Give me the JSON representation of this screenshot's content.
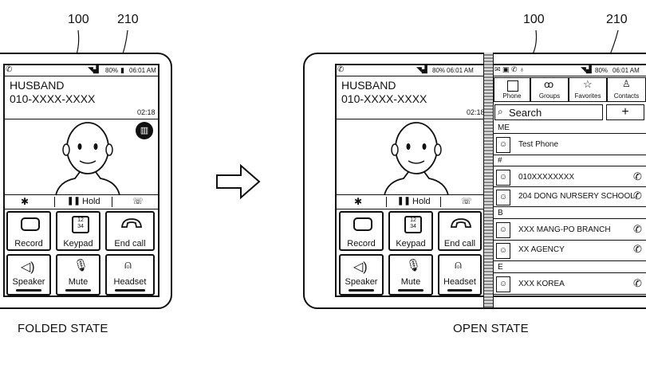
{
  "refs": {
    "device": "100",
    "display": "210"
  },
  "folded": {
    "caption": "FOLDED STATE",
    "status": {
      "battery": "80%",
      "time": "06:01 AM"
    },
    "call": {
      "name": "HUSBAND",
      "number": "010-XXXX-XXXX",
      "duration": "02:18"
    },
    "controls": {
      "hold": "Hold"
    },
    "buttons": [
      "Record",
      "Keypad",
      "End call",
      "Speaker",
      "Mute",
      "Headset"
    ]
  },
  "open": {
    "caption": "OPEN STATE",
    "status": {
      "battery": "80%",
      "time": "06:01 AM"
    },
    "call": {
      "name": "HUSBAND",
      "number": "010-XXXX-XXXX",
      "duration": "02:18"
    },
    "controls": {
      "hold": "Hold"
    },
    "buttons": [
      "Record",
      "Keypad",
      "End call",
      "Speaker",
      "Mute",
      "Headset"
    ],
    "tabs": [
      "Phone",
      "Groups",
      "Favorites",
      "Contacts"
    ],
    "search": {
      "placeholder": "Search",
      "add": "+"
    },
    "contacts": {
      "me_header": "ME",
      "me": "Test Phone",
      "hash_header": "#",
      "hash": [
        "010XXXXXXXX",
        "204 DONG NURSERY SCHOOL"
      ],
      "b_header": "B",
      "b": [
        "XXX MANG-PO BRANCH",
        "XX AGENCY"
      ],
      "e_header": "E",
      "e": [
        "XXX KOREA"
      ]
    }
  }
}
